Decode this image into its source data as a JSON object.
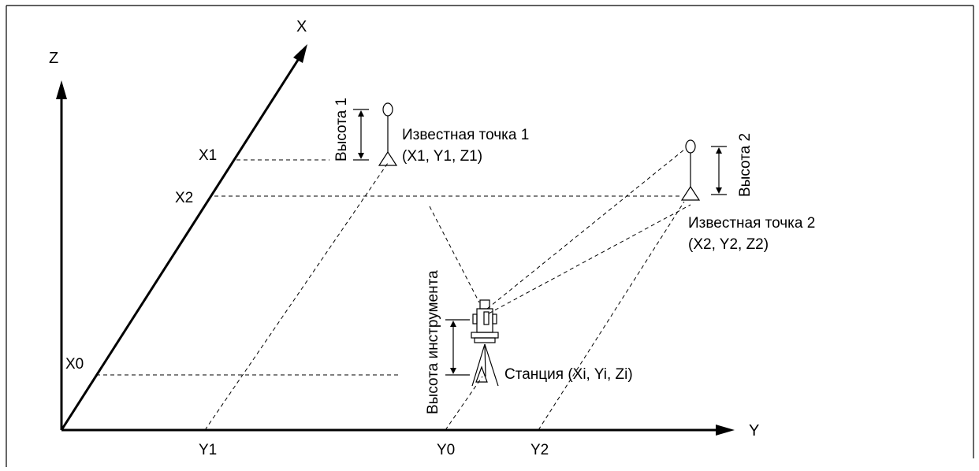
{
  "axes": {
    "x": "X",
    "y": "Y",
    "z": "Z"
  },
  "ticks": {
    "x0": "X0",
    "x1": "X1",
    "x2": "X2",
    "y0": "Y0",
    "y1": "Y1",
    "y2": "Y2"
  },
  "labels": {
    "height1": "Высота 1",
    "height2": "Высота 2",
    "instrument_height": "Высота инструмента",
    "known_point_1": "Известная точка 1",
    "known_point_1_coords": "(X1, Y1, Z1)",
    "known_point_2": "Известная точка 2",
    "known_point_2_coords": "(X2, Y2, Z2)",
    "station": "Станция (Xi, Yi, Zi)"
  }
}
